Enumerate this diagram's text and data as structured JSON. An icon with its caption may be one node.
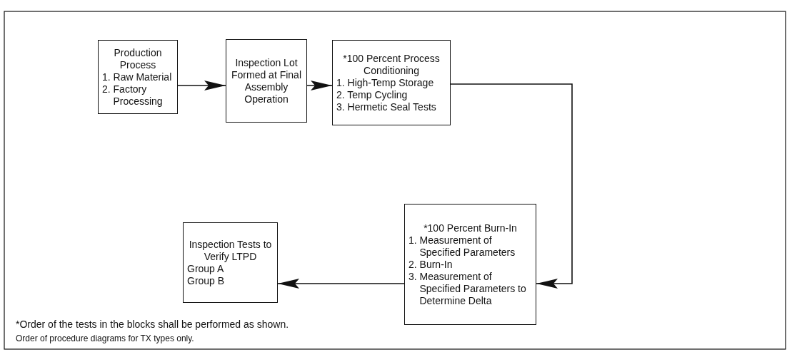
{
  "diagram": {
    "nodes": [
      {
        "text": [
          "Production Process",
          "1. Raw Material",
          "2. Factory Processing"
        ]
      },
      {
        "text": [
          "Inspection Lot Formed at Final Assembly Operation"
        ]
      },
      {
        "text": [
          "*100 Percent Process Conditioning",
          "1. High-Temp Storage",
          "2. Temp Cycling",
          "3. Hermetic Seal Tests"
        ]
      },
      {
        "text": [
          "*100 Percent Burn-In",
          "1. Measurement of Specified Parameters",
          "2. Burn-In",
          "3. Measurement of Specified Parameters to Determine Delta"
        ]
      },
      {
        "text": [
          "Inspection Tests to Verify LTPD",
          "Group A",
          "Group B"
        ]
      }
    ],
    "edges": [
      {
        "from": 0,
        "to": 1,
        "arrow": "to"
      },
      {
        "from": 1,
        "to": 2,
        "arrow": "to"
      },
      {
        "from": 2,
        "to": 3,
        "arrow": "to"
      },
      {
        "from": 3,
        "to": 4,
        "arrow": "to"
      }
    ],
    "labels": [
      "*Order of the tests in the blocks shall be performed as shown.",
      "Order of procedure diagrams for TX types only."
    ]
  }
}
